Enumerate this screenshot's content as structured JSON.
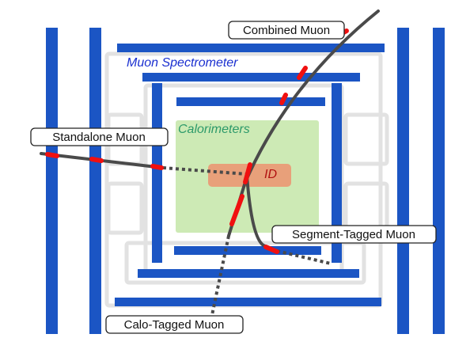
{
  "regions": {
    "muon_spectrometer": "Muon Spectrometer",
    "calorimeters": "Calorimeters",
    "inner_detector": "ID"
  },
  "labels": {
    "combined_muon": "Combined Muon",
    "standalone_muon": "Standalone Muon",
    "segment_tagged_muon": "Segment-Tagged Muon",
    "calo_tagged_muon": "Calo-Tagged Muon"
  },
  "colors": {
    "muon_chambers": "#1b55c4",
    "frame": "#e2e2e2",
    "calorimeter_fill": "#cdeab5",
    "id_fill": "#e8a07a",
    "track": "#4a4a4a",
    "hit": "#f01010",
    "muon_spectrometer_text": "#1a2fd0",
    "calorimeter_text": "#2d9a6a",
    "id_text": "#b01010"
  }
}
